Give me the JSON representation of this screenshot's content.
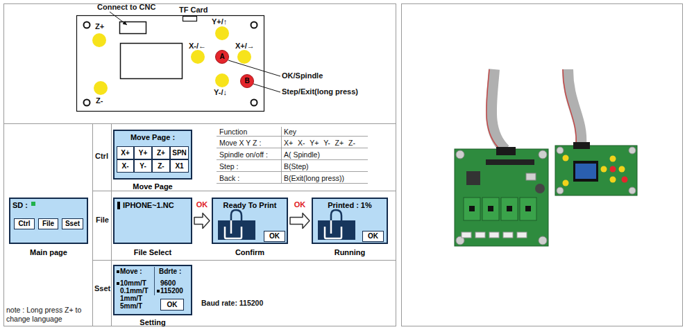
{
  "diagram": {
    "nodes": [
      {
        "text": [
          "A"
        ]
      },
      {
        "text": [
          "B"
        ]
      },
      {
        "text": [
          "SD :",
          "Main page"
        ]
      },
      {
        "text": [
          "Ctrl"
        ],
        "in": 2
      },
      {
        "text": [
          "File"
        ],
        "in": 2
      },
      {
        "text": [
          "Sset"
        ],
        "in": 2
      },
      {
        "text": [
          "Move Page :",
          "Move Page"
        ]
      },
      {
        "text": [
          "X+"
        ],
        "in": 6
      },
      {
        "text": [
          "Y+"
        ],
        "in": 6
      },
      {
        "text": [
          "Z+"
        ],
        "in": 6
      },
      {
        "text": [
          "SPN"
        ],
        "in": 6
      },
      {
        "text": [
          "X-"
        ],
        "in": 6
      },
      {
        "text": [
          "Y-"
        ],
        "in": 6
      },
      {
        "text": [
          "Z-"
        ],
        "in": 6
      },
      {
        "text": [
          "X1"
        ],
        "in": 6
      },
      {
        "text": [
          "IPHONE~1.NC",
          "File Select"
        ]
      },
      {
        "text": [
          "Ready To Print",
          "Confirm"
        ]
      },
      {
        "text": [
          "OK"
        ],
        "in": 16
      },
      {
        "text": [
          "Printed : 1%",
          "Running"
        ]
      },
      {
        "text": [
          "OK"
        ],
        "in": 18
      },
      {
        "text": [
          "Move :",
          "Bdrte :",
          "10mm/T",
          "0.1mm/T",
          "1mm/T",
          "5mm/T",
          "9600",
          "115200",
          "Setting"
        ]
      },
      {
        "text": [
          "OK"
        ],
        "in": 20
      }
    ],
    "edges": [
      {
        "from": 15,
        "to": 16,
        "label": "OK",
        "arrow": "to"
      },
      {
        "from": 16,
        "to": 18,
        "label": "OK",
        "arrow": "to"
      }
    ],
    "labels": [
      "Connect to CNC",
      "TF Card",
      "Z+",
      "Y+/↑",
      "X-/←",
      "X+/→",
      "OK/Spindle",
      "Y-/↓",
      "Step/Exit(long press)",
      "Z-",
      "Ctrl",
      "Function",
      "Key",
      "Move X Y Z :",
      "X+ X- Y+ Y- Z+ Z-",
      "Spindle on/off :",
      "A( Spindle)",
      "Step :",
      "B(Step)",
      "Back :",
      "B(Exit(long press))",
      "File",
      "Sset",
      "Baud rate: 115200",
      "note : Long press Z+ to change language"
    ]
  }
}
